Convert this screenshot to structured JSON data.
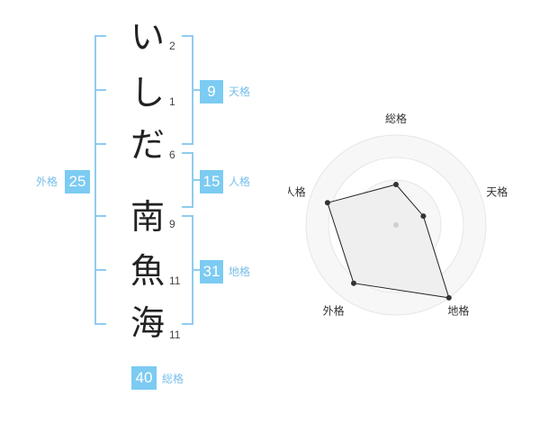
{
  "name": {
    "characters": [
      {
        "char": "い",
        "strokes": "2"
      },
      {
        "char": "し",
        "strokes": "1"
      },
      {
        "char": "だ",
        "strokes": "6"
      },
      {
        "char": "南",
        "strokes": "9"
      },
      {
        "char": "魚",
        "strokes": "11"
      },
      {
        "char": "海",
        "strokes": "11"
      }
    ]
  },
  "kakusu": {
    "tenkaku": {
      "value": "9",
      "label": "天格"
    },
    "jinkaku": {
      "value": "15",
      "label": "人格"
    },
    "chikaku": {
      "value": "31",
      "label": "地格"
    },
    "gaikaku": {
      "value": "25",
      "label": "外格"
    },
    "soukaku": {
      "value": "40",
      "label": "総格"
    }
  },
  "colors": {
    "accent": "#7ccbf2",
    "accent_text": "#78c0ea",
    "bracket": "#90ccef",
    "polygon_fill": "#efefef",
    "ring": "#e6e6e6"
  },
  "chart_data": {
    "type": "radar",
    "axes": [
      "総格",
      "天格",
      "地格",
      "外格",
      "人格"
    ],
    "values": [
      0.45,
      0.32,
      1.0,
      0.8,
      0.8
    ],
    "center_value": 0,
    "max_value": 1,
    "rings": 4
  }
}
